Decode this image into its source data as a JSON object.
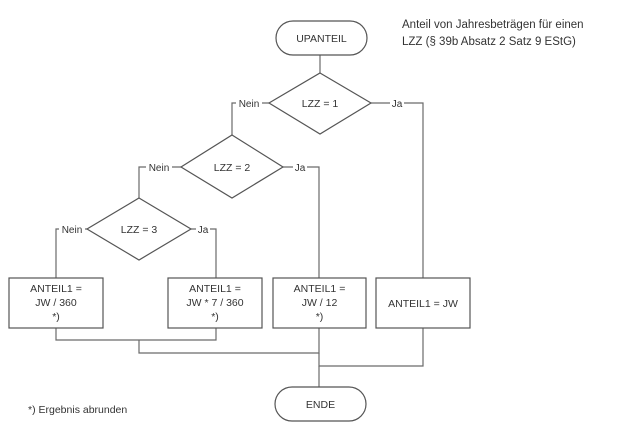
{
  "annotation": {
    "line1": "Anteil von Jahresbeträgen für einen",
    "line2": "LZZ (§ 39b Absatz 2 Satz 9 EStG)"
  },
  "start": {
    "label": "UPANTEIL"
  },
  "end": {
    "label": "ENDE"
  },
  "decisions": [
    {
      "label": "LZZ = 1",
      "no": "Nein",
      "yes": "Ja"
    },
    {
      "label": "LZZ = 2",
      "no": "Nein",
      "yes": "Ja"
    },
    {
      "label": "LZZ = 3",
      "no": "Nein",
      "yes": "Ja"
    }
  ],
  "processes": [
    {
      "lines": [
        "ANTEIL1 =",
        "JW / 360",
        "*)"
      ]
    },
    {
      "lines": [
        "ANTEIL1 =",
        "JW * 7 / 360",
        "*)"
      ]
    },
    {
      "lines": [
        "ANTEIL1 =",
        "JW / 12",
        "*)"
      ]
    },
    {
      "lines": [
        "ANTEIL1 = JW"
      ]
    }
  ],
  "footnote": "*) Ergebnis abrunden"
}
